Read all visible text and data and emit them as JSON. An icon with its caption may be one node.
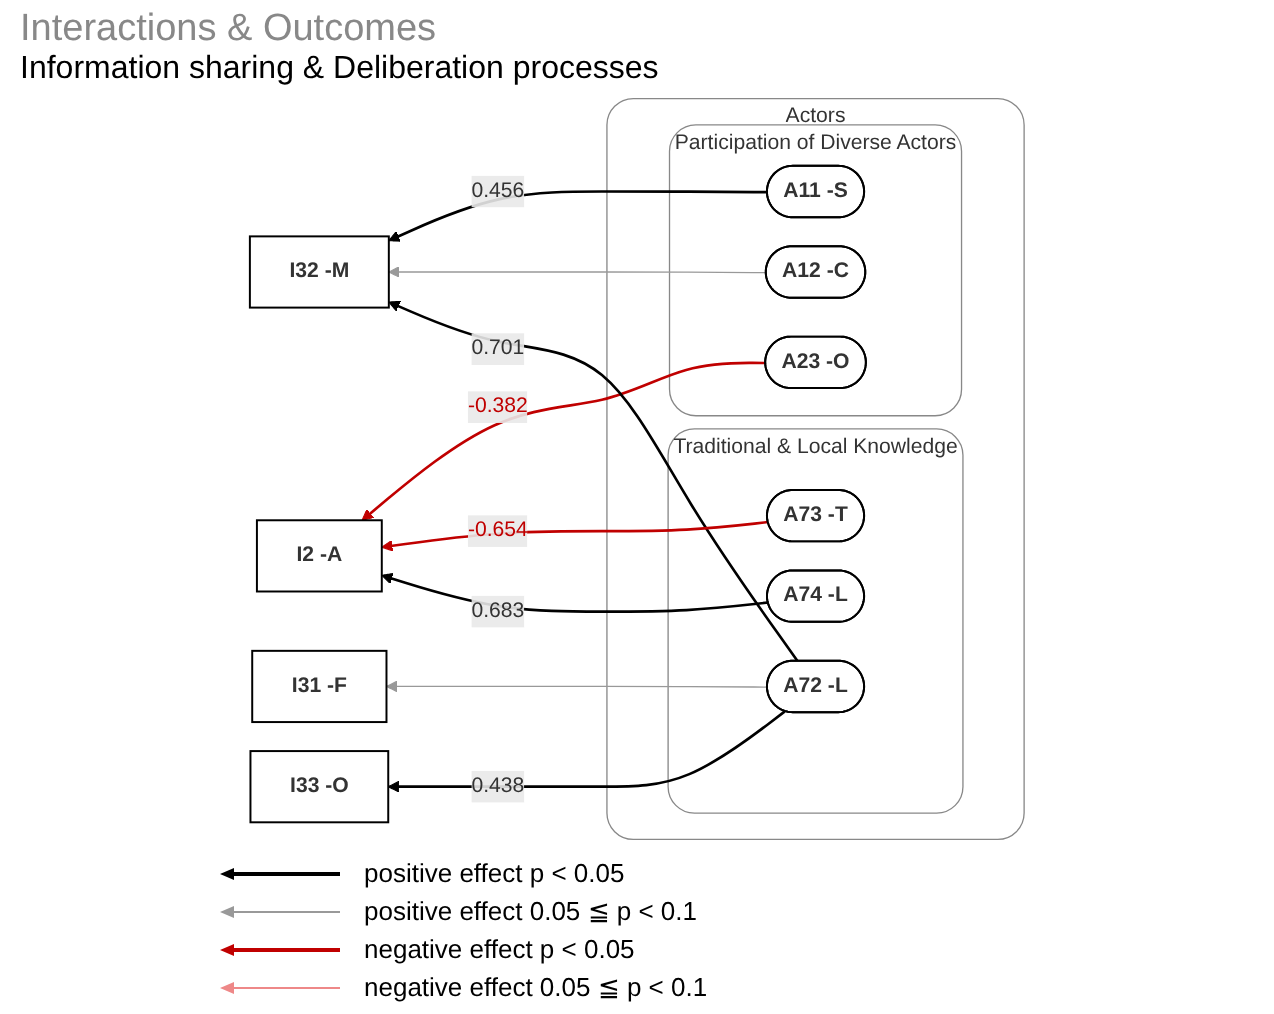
{
  "diagram": {
    "title": "Interactions & Outcomes",
    "nodes": [
      {
        "text": [
          "I2 -A"
        ]
      },
      {
        "text": [
          "I31 -F"
        ]
      },
      {
        "text": [
          "I32 -M"
        ]
      },
      {
        "text": [
          "I33 -O"
        ]
      },
      {
        "text": [
          "Actors"
        ]
      },
      {
        "text": [
          "Participation of Diverse Actors"
        ],
        "in": 4
      },
      {
        "text": [
          "A11 -S"
        ],
        "in": 5
      },
      {
        "text": [
          "A12 -C"
        ],
        "in": 5
      },
      {
        "text": [
          "A23 -O"
        ],
        "in": 5
      },
      {
        "text": [
          "Traditional & Local Knowledge"
        ],
        "in": 4
      },
      {
        "text": [
          "A72 -L"
        ],
        "in": 9
      },
      {
        "text": [
          "A73 -T"
        ],
        "in": 9
      },
      {
        "text": [
          "A74 -L"
        ],
        "in": 9
      }
    ],
    "edges": [
      {
        "from": 8,
        "to": 0,
        "arrow": "to",
        "label": "-0.382",
        "color": "#c00000"
      },
      {
        "from": 6,
        "to": 2,
        "arrow": "to",
        "label": "0.456"
      },
      {
        "from": 7,
        "to": 2,
        "arrow": "to",
        "color": "#999999"
      },
      {
        "from": 10,
        "to": 1,
        "arrow": "to",
        "color": "#999999"
      },
      {
        "from": 10,
        "to": 2,
        "arrow": "to",
        "label": "0.701"
      },
      {
        "from": 10,
        "to": 3,
        "arrow": "to",
        "label": "0.438"
      },
      {
        "from": 11,
        "to": 0,
        "arrow": "to",
        "label": "-0.654",
        "color": "#c00000"
      },
      {
        "from": 12,
        "to": 0,
        "arrow": "to",
        "label": "0.683"
      }
    ],
    "labels": [
      "Information sharing & Deliberation processes"
    ],
    "legend": [
      {
        "text": "positive effect p < 0.05"
      },
      {
        "text": "positive effect 0.05 ≦ p < 0.1"
      },
      {
        "text": "negative effect p < 0.05"
      },
      {
        "text": "negative effect 0.05 ≦ p < 0.1"
      }
    ]
  }
}
